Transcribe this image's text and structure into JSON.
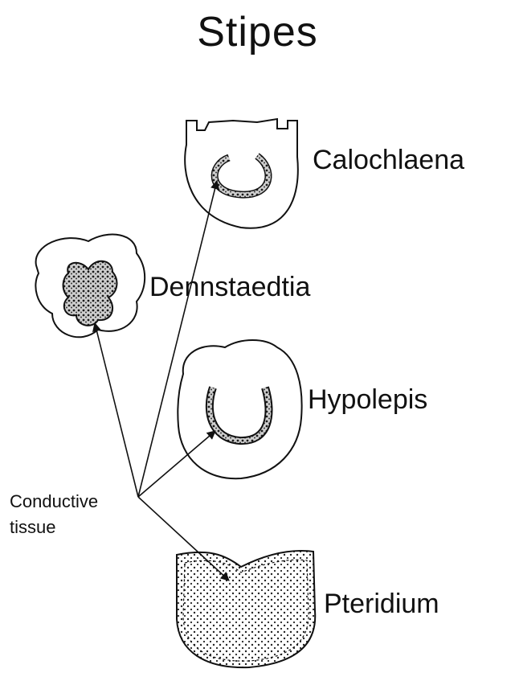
{
  "title": "Stipes",
  "stipe_labels": {
    "calochlaena": "Calochlaena",
    "dennstaedtia": "Dennstaedtia",
    "hypolepis": "Hypolepis",
    "pteridium": "Pteridium"
  },
  "pointer_label": {
    "line1": "Conductive",
    "line2": "tissue"
  }
}
